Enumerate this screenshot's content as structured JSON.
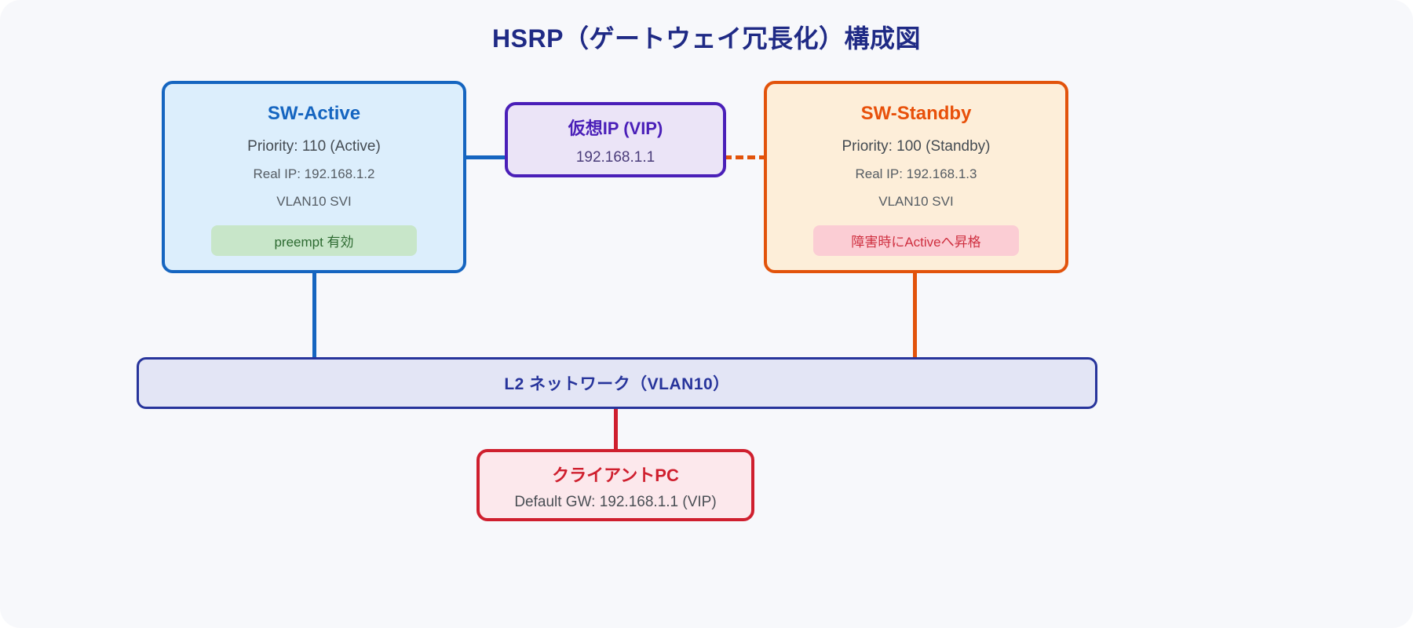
{
  "page": {
    "title": "HSRP（ゲートウェイ冗長化）構成図",
    "background": "#f7f8fb",
    "title_color": "#1f2a85"
  },
  "nodes": {
    "sw_active": {
      "name": "SW-Active",
      "priority": "Priority: 110 (Active)",
      "real_ip": "Real IP: 192.168.1.2",
      "svi": "VLAN10 SVI",
      "badge": "preempt 有効",
      "border_color": "#1565c0",
      "fill_color": "#dceefc",
      "badge_bg": "#c8e6c9",
      "badge_color": "#2d6a31"
    },
    "vip": {
      "name": "仮想IP (VIP)",
      "address": "192.168.1.1",
      "border_color": "#4a1fb8",
      "fill_color": "#ebe4f7"
    },
    "sw_standby": {
      "name": "SW-Standby",
      "priority": "Priority: 100 (Standby)",
      "real_ip": "Real IP: 192.168.1.3",
      "svi": "VLAN10 SVI",
      "badge": "障害時にActiveへ昇格",
      "border_color": "#e2530b",
      "fill_color": "#fdeed9",
      "badge_bg": "#fbcdd4",
      "badge_color": "#cf3040"
    },
    "l2_network": {
      "name": "L2 ネットワーク（VLAN10）",
      "border_color": "#27349b",
      "fill_color": "#e3e5f5"
    },
    "client": {
      "name": "クライアントPC",
      "default_gw": "Default GW: 192.168.1.1 (VIP)",
      "border_color": "#cf1f2e",
      "fill_color": "#fce8ec"
    }
  },
  "connectors": {
    "active_to_vip": {
      "style": "solid",
      "color": "#1565c0"
    },
    "vip_to_standby": {
      "style": "dashed",
      "color": "#e2530b"
    },
    "active_to_l2": {
      "style": "solid",
      "color": "#1565c0"
    },
    "standby_to_l2": {
      "style": "solid",
      "color": "#e2530b"
    },
    "l2_to_client": {
      "style": "solid",
      "color": "#cf1f2e"
    }
  }
}
